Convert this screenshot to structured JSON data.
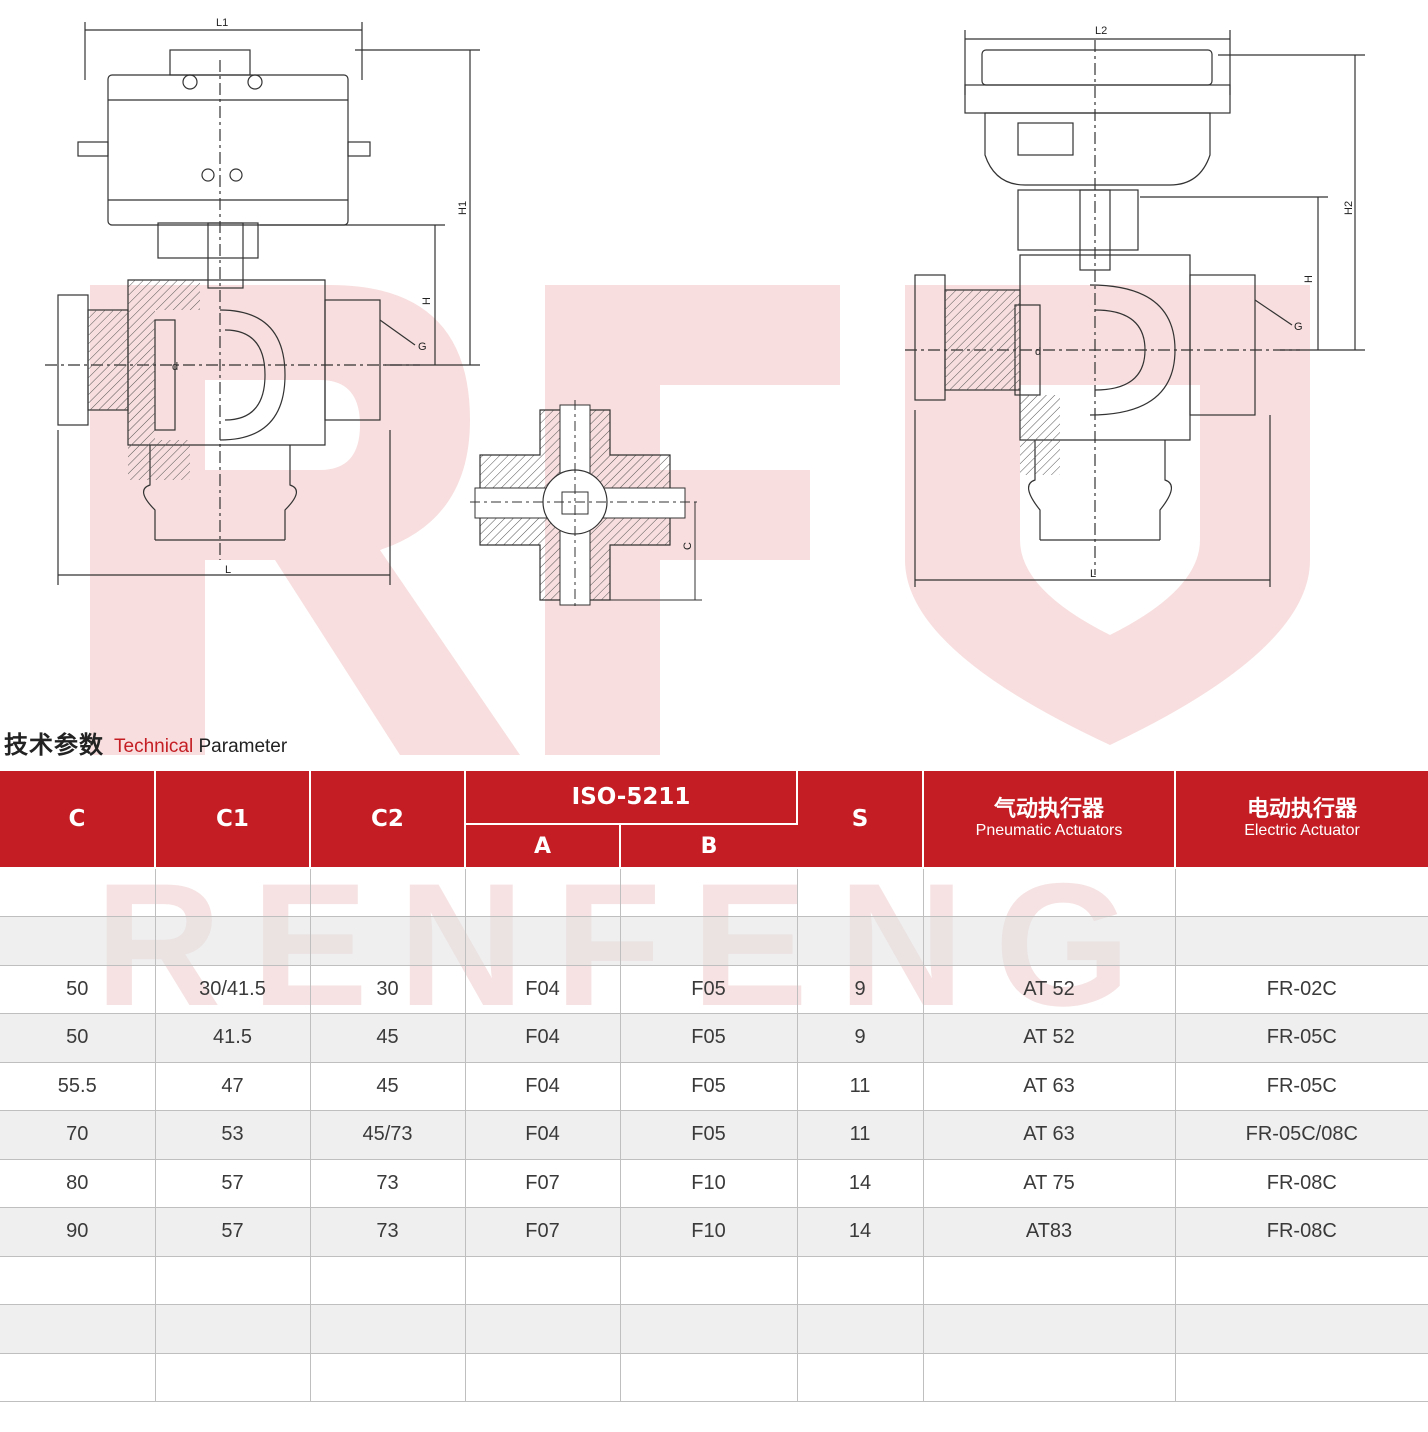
{
  "drawings": {
    "left_view": {
      "dims": {
        "L1": "L1",
        "H1": "H1",
        "H": "H",
        "G": "G",
        "d": "d",
        "L": "L"
      }
    },
    "center_view": {
      "dims": {
        "C": "C"
      }
    },
    "right_view": {
      "dims": {
        "L2": "L2",
        "H2": "H2",
        "H": "H",
        "G": "G",
        "d": "d",
        "L": "L"
      }
    }
  },
  "section": {
    "title_cn": "技术参数",
    "title_en_highlight": "Technical",
    "title_en_rest": " Parameter"
  },
  "table": {
    "headers": {
      "c": "C",
      "c1": "C1",
      "c2": "C2",
      "iso": "ISO-5211",
      "a": "A",
      "b": "B",
      "s": "S",
      "pneumatic_cn": "气动执行器",
      "pneumatic_en": "Pneumatic Actuators",
      "electric_cn": "电动执行器",
      "electric_en": "Electric Actuator"
    },
    "rows": [
      [
        "",
        "",
        "",
        "",
        "",
        "",
        "",
        ""
      ],
      [
        "",
        "",
        "",
        "",
        "",
        "",
        "",
        ""
      ],
      [
        "50",
        "30/41.5",
        "30",
        "F04",
        "F05",
        "9",
        "AT 52",
        "FR-02C"
      ],
      [
        "50",
        "41.5",
        "45",
        "F04",
        "F05",
        "9",
        "AT 52",
        "FR-05C"
      ],
      [
        "55.5",
        "47",
        "45",
        "F04",
        "F05",
        "11",
        "AT 63",
        "FR-05C"
      ],
      [
        "70",
        "53",
        "45/73",
        "F04",
        "F05",
        "11",
        "AT 63",
        "FR-05C/08C"
      ],
      [
        "80",
        "57",
        "73",
        "F07",
        "F10",
        "14",
        "AT 75",
        "FR-08C"
      ],
      [
        "90",
        "57",
        "73",
        "F07",
        "F10",
        "14",
        "AT83",
        "FR-08C"
      ],
      [
        "",
        "",
        "",
        "",
        "",
        "",
        "",
        ""
      ],
      [
        "",
        "",
        "",
        "",
        "",
        "",
        "",
        ""
      ],
      [
        "",
        "",
        "",
        "",
        "",
        "",
        "",
        ""
      ]
    ]
  },
  "colors": {
    "accent": "#c41e24",
    "row_alt": "#e1e1e1",
    "watermark": "#f3c6c6"
  }
}
